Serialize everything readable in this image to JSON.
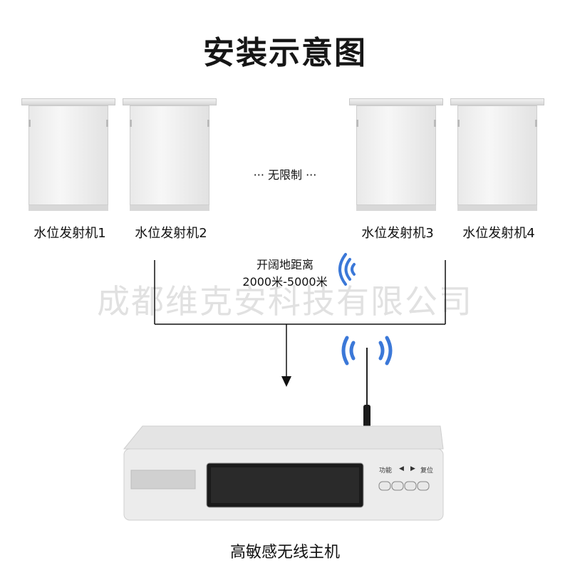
{
  "diagram": {
    "title": "安装示意图",
    "transmitters": [
      {
        "label": "水位发射机1"
      },
      {
        "label": "水位发射机2"
      },
      {
        "label": "水位发射机3"
      },
      {
        "label": "水位发射机4"
      }
    ],
    "unlimited_text": "··· 无限制 ···",
    "distance_line1": "开阔地距离",
    "distance_line2": "2000米-5000米",
    "watermark": "成都维克安科技有限公司",
    "receiver_label": "高敏感无线主机",
    "receiver_buttons": {
      "function_label": "功能",
      "left_label": "◀",
      "right_label": "▶",
      "reset_label": "复位"
    },
    "colors": {
      "signal_blue": "#3b78d8",
      "cabinet_gray": "#e8e8e8",
      "device_white": "#ececec",
      "line": "#111111"
    },
    "icons": [
      "wifi-signal-icon",
      "antenna-signal-icon",
      "down-arrow-icon"
    ]
  }
}
